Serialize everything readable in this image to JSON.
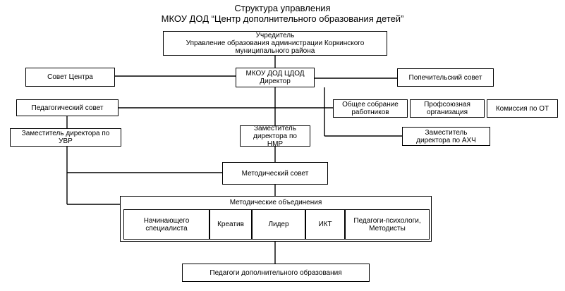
{
  "title": {
    "line1": "Структура управления",
    "line2": "МКОУ ДОД “Центр дополнительного образования детей”"
  },
  "boxes": {
    "founder": {
      "lines": [
        "Учредитель",
        "Управление образования администрации Коркинского",
        "муниципального района"
      ]
    },
    "center_council": {
      "lines": [
        "Совет Центра"
      ]
    },
    "director": {
      "lines": [
        "МКОУ ДОД ЦДОД",
        "Директор"
      ]
    },
    "trustee_council": {
      "lines": [
        "Попечительский совет"
      ]
    },
    "ped_council": {
      "lines": [
        "Педагогический совет"
      ]
    },
    "general_meeting": {
      "lines": [
        "Общее собрание",
        "работников"
      ]
    },
    "trade_union": {
      "lines": [
        "Профсоюзная",
        "организация"
      ]
    },
    "ot_commission": {
      "lines": [
        "Комиссия по ОТ"
      ]
    },
    "deputy_uvr": {
      "lines": [
        "Заместитель директора по",
        "УВР"
      ]
    },
    "deputy_nmr": {
      "lines": [
        "Заместитель",
        "директора по",
        "НМР"
      ]
    },
    "deputy_ahch": {
      "lines": [
        "Заместитель",
        "директора по АХЧ"
      ]
    },
    "method_council": {
      "lines": [
        "Методический совет"
      ]
    },
    "method_unions": {
      "lines": [
        "Методические объединения"
      ]
    },
    "beginning": {
      "lines": [
        "Начинающего",
        "специалиста"
      ]
    },
    "kreativ": {
      "lines": [
        "Креатив"
      ]
    },
    "leader": {
      "lines": [
        "Лидер"
      ]
    },
    "ikt": {
      "lines": [
        "ИКТ"
      ]
    },
    "psychologists": {
      "lines": [
        "Педагоги-психологи,",
        "Методисты"
      ]
    },
    "teachers": {
      "lines": [
        "Педагоги дополнительного образования"
      ]
    }
  }
}
